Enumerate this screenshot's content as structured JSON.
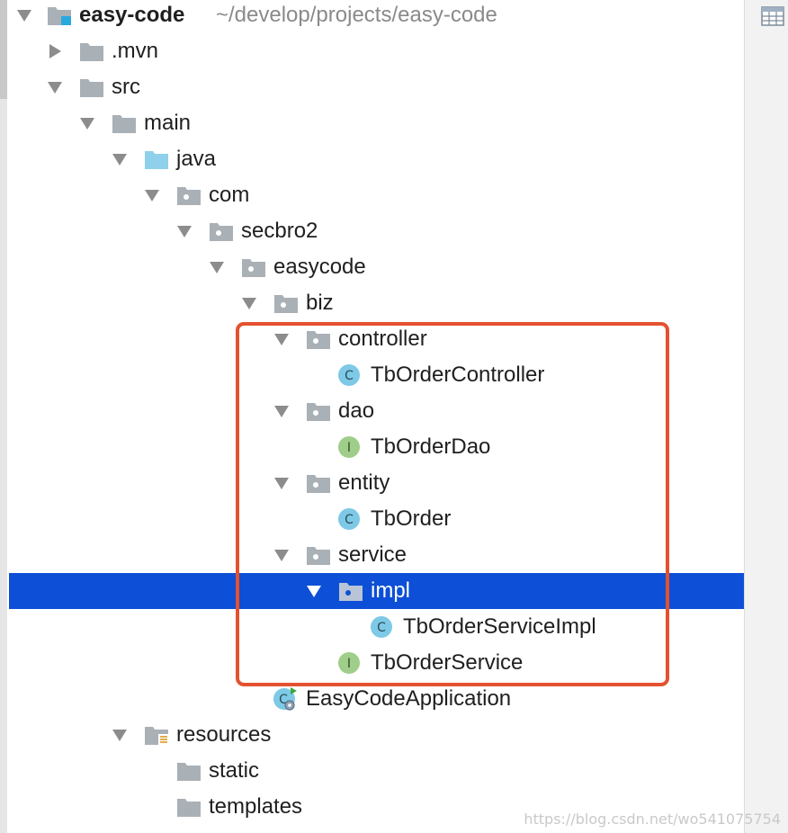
{
  "project": {
    "name": "easy-code",
    "path": "~/develop/projects/easy-code"
  },
  "tree": {
    "mvn": ".mvn",
    "src": "src",
    "main": "main",
    "java": "java",
    "com": "com",
    "secbro2": "secbro2",
    "easycode": "easycode",
    "biz": "biz",
    "controller": "controller",
    "tb_order_controller": "TbOrderController",
    "dao": "dao",
    "tb_order_dao": "TbOrderDao",
    "entity": "entity",
    "tb_order": "TbOrder",
    "service": "service",
    "impl": "impl",
    "tb_order_service_impl": "TbOrderServiceImpl",
    "tb_order_service": "TbOrderService",
    "easy_code_application": "EasyCodeApplication",
    "resources": "resources",
    "static": "static",
    "templates": "templates"
  },
  "icons": {
    "class_letter": "C",
    "interface_letter": "I"
  },
  "colors": {
    "selection": "#0d4fd6",
    "highlight_box": "#e4512f",
    "class_icon": "#7dc9e6",
    "interface_icon": "#9fce8a",
    "source_folder": "#8fd0ea",
    "folder": "#a9b0b6"
  },
  "watermark": "https://blog.csdn.net/wo541075754"
}
